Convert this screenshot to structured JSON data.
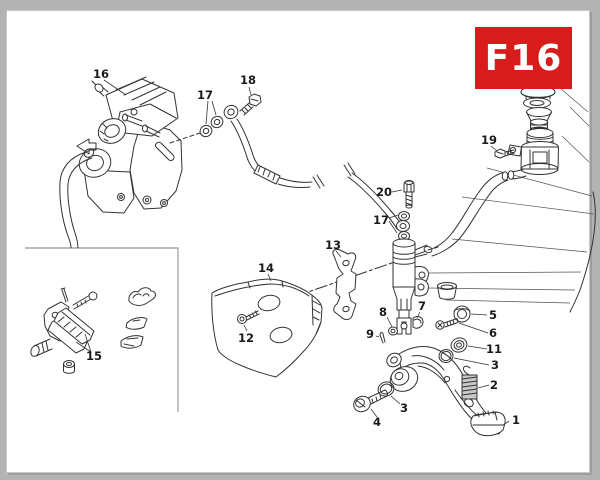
{
  "page_code": "F16",
  "badge": {
    "label": "F16",
    "background": "#d81b1b",
    "text_color": "#ffffff"
  },
  "art": {
    "line_color": "#333333",
    "background": "#ffffff",
    "margin_color": "#b3b3b3"
  },
  "callouts": {
    "brake_pedal": "1",
    "return_spring": "2",
    "oring_upper": "3",
    "oring_lower": "3",
    "pedal_pivot_bolt": "4",
    "frame_grommet": "5",
    "grommet_bolt": "6",
    "pushrod_boot": "7",
    "clevis_washer": "8",
    "split_pin": "9",
    "pivot_washer": "11",
    "cover_screw": "12",
    "bracket": "13",
    "cover": "14",
    "pad_kit": "15",
    "caliper": "16",
    "caliper_banjo_washers": "17",
    "master_banjo_washers": "17",
    "caliper_banjo_bolt": "18",
    "reservoir_bolt": "19",
    "switch_banjo_bolt": "20"
  }
}
